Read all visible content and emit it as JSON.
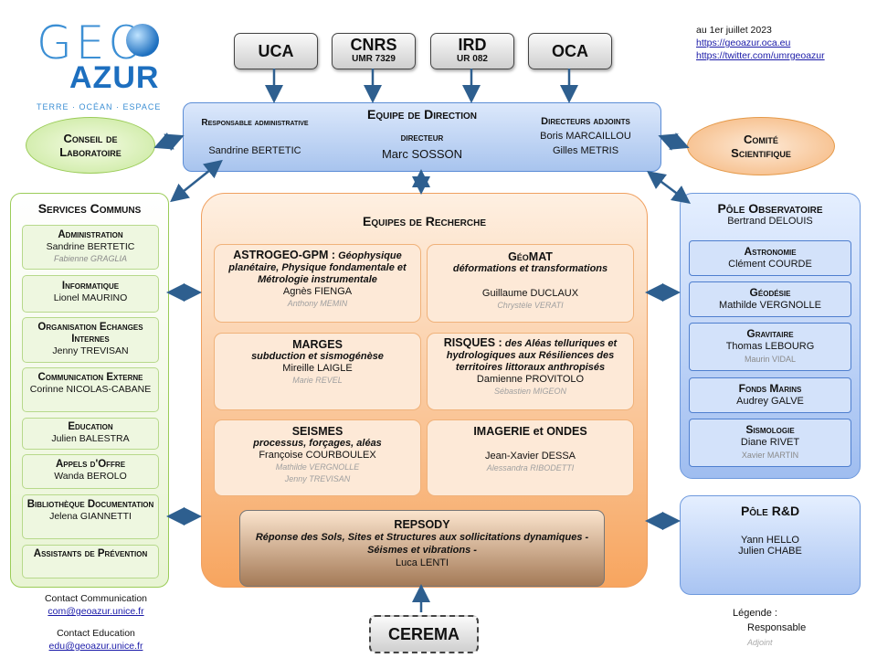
{
  "logo": {
    "wordmark": "GEO",
    "azur": "AZUR",
    "tagline": "TERRE · OCÉAN · ESPACE"
  },
  "info": {
    "date": "au 1er juillet 2023",
    "url1": "https://geoazur.oca.eu",
    "url2": "https://twitter.com/umrgeoazur"
  },
  "partners": [
    {
      "name": "UCA",
      "sub": ""
    },
    {
      "name": "CNRS",
      "sub": "UMR 7329"
    },
    {
      "name": "IRD",
      "sub": "UR 082"
    },
    {
      "name": "OCA",
      "sub": ""
    }
  ],
  "direction": {
    "title": "Equipe de Direction",
    "admin_title": "Responsable administrative",
    "admin_name": "Sandrine BERTETIC",
    "director_title": "directeur",
    "director_name": "Marc SOSSON",
    "deputies_title": "Directeurs adjoints",
    "deputy1": "Boris MARCAILLOU",
    "deputy2": "Gilles METRIS"
  },
  "conseil": {
    "line1": "Conseil de",
    "line2": "Laboratoire"
  },
  "comite": {
    "line1": "Comité",
    "line2": "Scientifique"
  },
  "services": {
    "title": "Services Communs",
    "items": [
      {
        "title": "Administration",
        "name": "Sandrine BERTETIC",
        "adjoint": "Fabienne GRAGLIA"
      },
      {
        "title": "Informatique",
        "name": "Lionel MAURINO",
        "adjoint": ""
      },
      {
        "title": "Organisation Echanges Internes",
        "name": "Jenny TREVISAN",
        "adjoint": ""
      },
      {
        "title": "Communication Externe",
        "name": "Corinne NICOLAS-CABANE",
        "adjoint": ""
      },
      {
        "title": "Education",
        "name": "Julien BALESTRA",
        "adjoint": ""
      },
      {
        "title": "Appels d'Offre",
        "name": "Wanda BEROLO",
        "adjoint": ""
      },
      {
        "title": "Bibliothèque Documentation",
        "name": "Jelena GIANNETTI",
        "adjoint": ""
      },
      {
        "title": "Assistants de Prévention",
        "name": "",
        "adjoint": ""
      }
    ]
  },
  "research": {
    "title": "Equipes de Recherche",
    "teams": [
      {
        "title": "ASTROGEO-GPM :",
        "desc": "Géophysique planétaire, Physique fondamentale et Métrologie instrumentale",
        "name": "Agnès FIENGA",
        "adjoint": "Anthony MEMIN"
      },
      {
        "title": "GéoMAT",
        "desc": "déformations et transformations",
        "name": "Guillaume DUCLAUX",
        "adjoint": "Chrystèle VERATI"
      },
      {
        "title": "MARGES",
        "desc": "subduction et sismogénèse",
        "name": "Mireille LAIGLE",
        "adjoint": "Marie REVEL"
      },
      {
        "title": "RISQUES :",
        "desc": "des Aléas telluriques et hydrologiques aux Résiliences des territoires littoraux anthropisés",
        "name": "Damienne PROVITOLO",
        "adjoint": "Sébastien MIGEON"
      },
      {
        "title": "SEISMES",
        "desc": "processus, forçages, aléas",
        "name": "Françoise COURBOULEX",
        "adjoint": "Mathilde VERGNOLLE",
        "adjoint2": "Jenny TREVISAN"
      },
      {
        "title": "IMAGERIE et ONDES",
        "desc": "",
        "name": "Jean-Xavier DESSA",
        "adjoint": "Alessandra RIBODETTI"
      }
    ],
    "repsody": {
      "title": "REPSODY",
      "desc1": "Réponse des Sols, Sites et Structures aux sollicitations dynamiques -",
      "desc2": "Séismes et vibrations -",
      "name": "Luca LENTI"
    }
  },
  "observatoire": {
    "title": "Pôle Observatoire",
    "head": "Bertrand DELOUIS",
    "items": [
      {
        "title": "Astronomie",
        "name": "Clément COURDE",
        "adjoint": ""
      },
      {
        "title": "Géodésie",
        "name": "Mathilde VERGNOLLE",
        "adjoint": ""
      },
      {
        "title": "Gravitaire",
        "name": "Thomas LEBOURG",
        "adjoint": "Maurin VIDAL"
      },
      {
        "title": "Fonds Marins",
        "name": "Audrey GALVE",
        "adjoint": ""
      },
      {
        "title": "Sismologie",
        "name": "Diane RIVET",
        "adjoint": "Xavier MARTIN"
      }
    ]
  },
  "rd": {
    "title": "Pôle R&D",
    "name1": "Yann HELLO",
    "name2": "Julien CHABE"
  },
  "cerema": "CEREMA",
  "contacts": {
    "comm_label": "Contact Communication",
    "comm_email": "com@geoazur.unice.fr",
    "edu_label": "Contact Education",
    "edu_email": "edu@geoazur.unice.fr"
  },
  "legend": {
    "title": "Légende :",
    "responsable": "Responsable",
    "adjoint": "Adjoint"
  },
  "colors": {
    "blue": "#2e5f8f",
    "green": "#9bcc58",
    "orange": "#f7a55f"
  }
}
